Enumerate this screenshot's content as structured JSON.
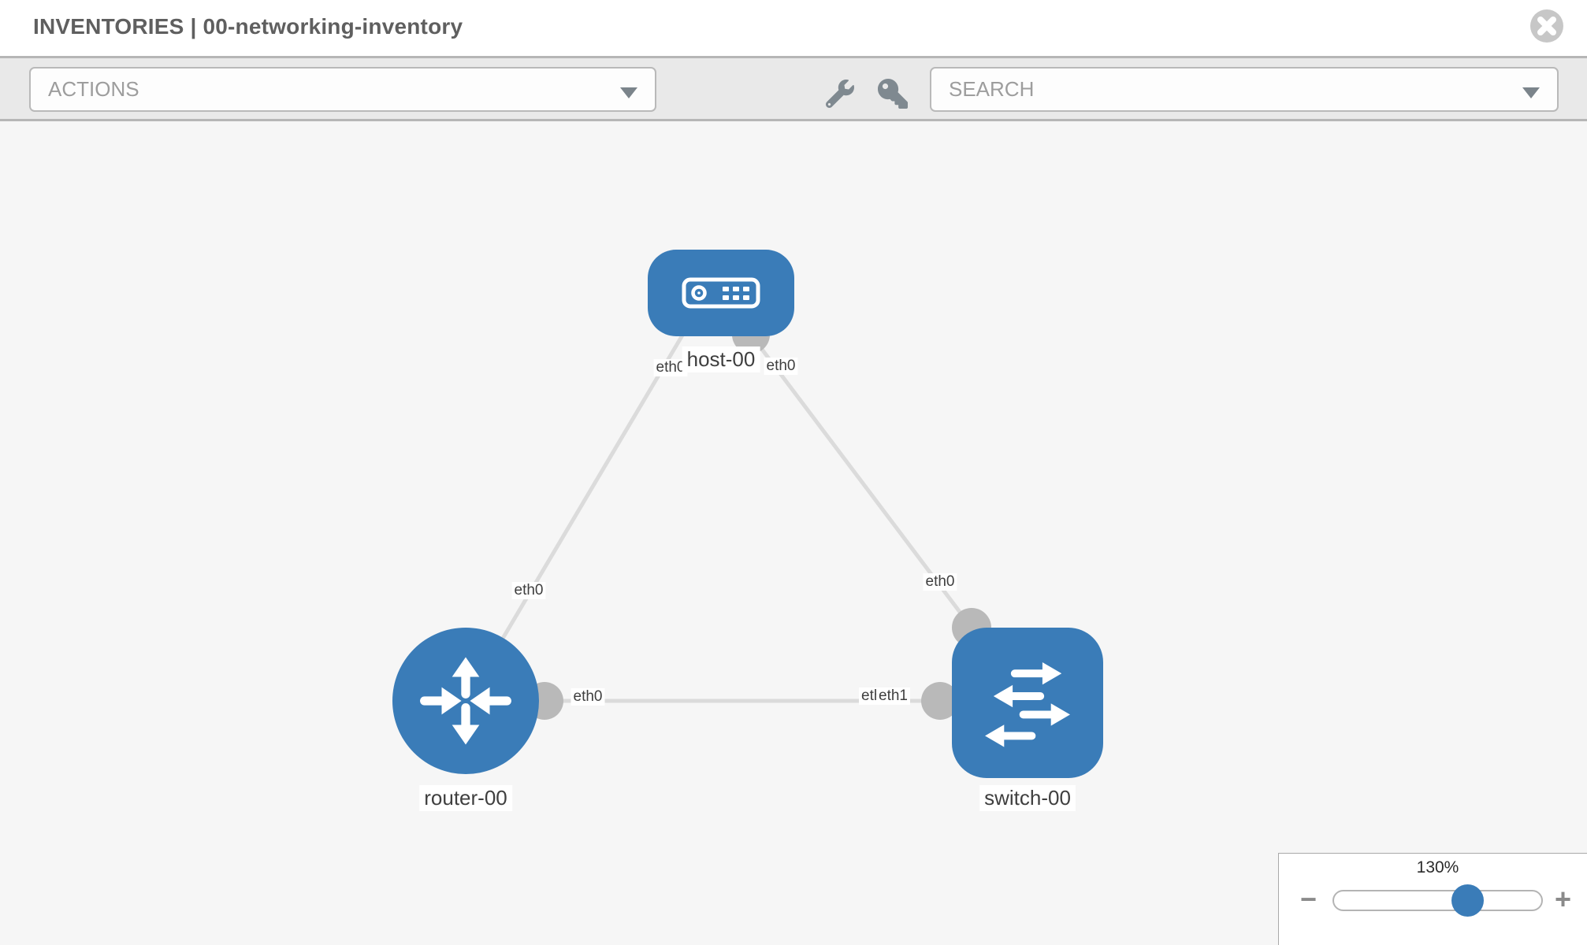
{
  "header": {
    "title": "INVENTORIES | 00-networking-inventory"
  },
  "toolbar": {
    "actions_label": "ACTIONS",
    "search_placeholder": "SEARCH",
    "icons": [
      "wrench-icon",
      "key-icon"
    ]
  },
  "topology": {
    "nodes": [
      {
        "id": "host-00",
        "label": "host-00",
        "type": "host",
        "icon": "host-icon"
      },
      {
        "id": "router-00",
        "label": "router-00",
        "type": "router",
        "icon": "router-icon"
      },
      {
        "id": "switch-00",
        "label": "switch-00",
        "type": "switch",
        "icon": "switch-icon"
      }
    ],
    "links": [
      {
        "from": "host-00",
        "to": "router-00",
        "from_interface": "eth0",
        "to_interface": "eth0"
      },
      {
        "from": "host-00",
        "to": "switch-00",
        "from_interface": "eth0",
        "to_interface": "eth0"
      },
      {
        "from": "router-00",
        "to": "switch-00",
        "from_interface": "eth0",
        "to_interface": "eth1"
      }
    ],
    "iface_labels": {
      "host_left": "eth0",
      "host_right": "eth0",
      "router_top": "eth0",
      "switch_top": "eth0",
      "router_right": "eth0",
      "switch_left_back": "eth0",
      "switch_left_front": "eth1"
    }
  },
  "zoom_control": {
    "value": "130%",
    "percent": 130,
    "minus_label": "−",
    "plus_label": "+"
  },
  "colors": {
    "blue": "#3a7cb8",
    "port": "#b9b9b9",
    "link": "#dbdbdb",
    "icon": "#7f8990"
  }
}
